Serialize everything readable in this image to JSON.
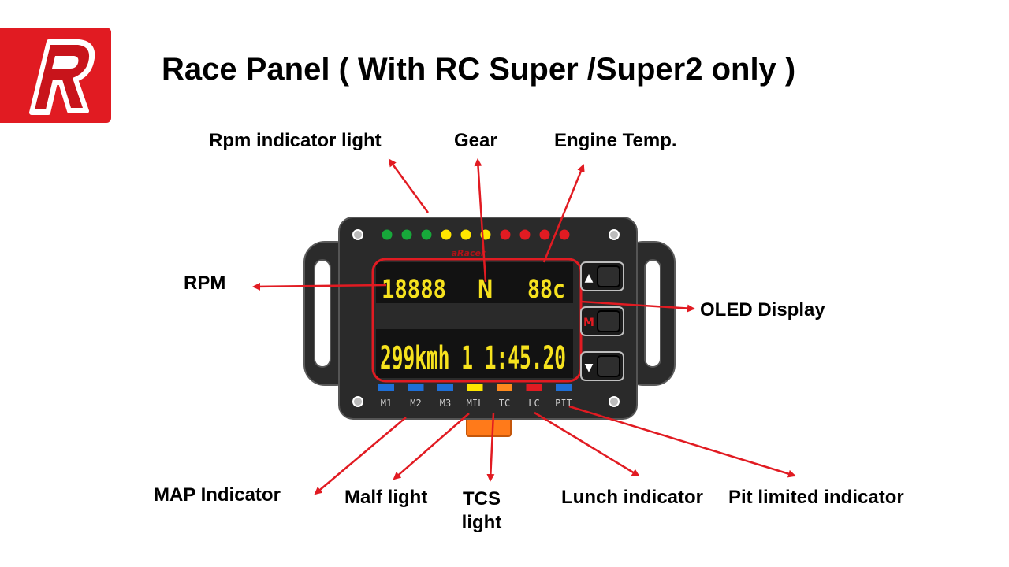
{
  "slide": {
    "title": "Race Panel ( With RC Super /Super2 only )"
  },
  "labels": {
    "rpm_indicator_light": "Rpm indicator light",
    "gear": "Gear",
    "engine_temp": "Engine Temp.",
    "rpm": "RPM",
    "oled_display": "OLED Display",
    "map_indicator": "MAP Indicator",
    "malf_light": "Malf light",
    "tcs_light_1": "TCS",
    "tcs_light_2": "light",
    "lunch_indicator": "Lunch indicator",
    "pit_limited_indicator": "Pit limited indicator"
  },
  "panel": {
    "brand": "aRacer",
    "display_line1": {
      "rpm": "18888",
      "gear": "N",
      "temp": "88c"
    },
    "display_line2": "299kmh 1 1:45.20",
    "buttons": [
      {
        "symbol": "▲",
        "color": "#ffffff"
      },
      {
        "symbol": "M",
        "color": "#e11b22"
      },
      {
        "symbol": "▼",
        "color": "#ffffff"
      }
    ],
    "rpm_leds": [
      "#17a83a",
      "#17a83a",
      "#17a83a",
      "#ffe600",
      "#ffe600",
      "#ffe600",
      "#e11b22",
      "#e11b22",
      "#e11b22",
      "#e11b22"
    ],
    "indicators": [
      {
        "label": "M1",
        "color": "#1f6fd6"
      },
      {
        "label": "M2",
        "color": "#1f6fd6"
      },
      {
        "label": "M3",
        "color": "#1f6fd6"
      },
      {
        "label": "MIL",
        "color": "#ffe600"
      },
      {
        "label": "TC",
        "color": "#ff8a1e"
      },
      {
        "label": "LC",
        "color": "#e11b22"
      },
      {
        "label": "PIT",
        "color": "#1f6fd6"
      }
    ]
  },
  "colors": {
    "arrow": "#e11b22",
    "display_text": "#f6e21e",
    "highlight_frame": "#e11b22"
  }
}
